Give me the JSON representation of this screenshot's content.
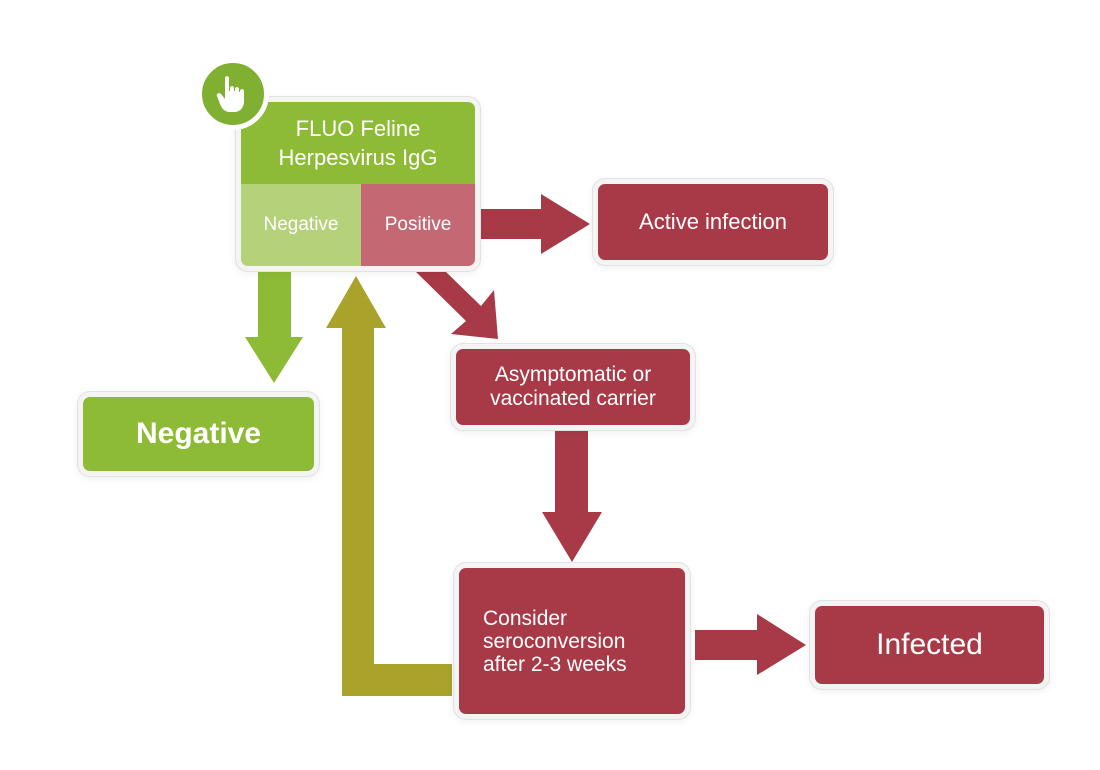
{
  "test": {
    "title": "FLUO Feline Herpesvirus IgG",
    "negative_label": "Negative",
    "positive_label": "Positive",
    "icon": "pointing-hand-icon"
  },
  "outcomes": {
    "active_infection": "Active infection",
    "carrier": "Asymptomatic or vaccinated carrier",
    "negative": "Negative",
    "consider": "Consider seroconversion after 2-3 weeks",
    "infected": "Infected"
  },
  "colors": {
    "green": "#8dbb35",
    "light_green": "#b5d179",
    "red": "#a83a47",
    "light_red": "#c46874",
    "olive": "#a9a22b"
  }
}
